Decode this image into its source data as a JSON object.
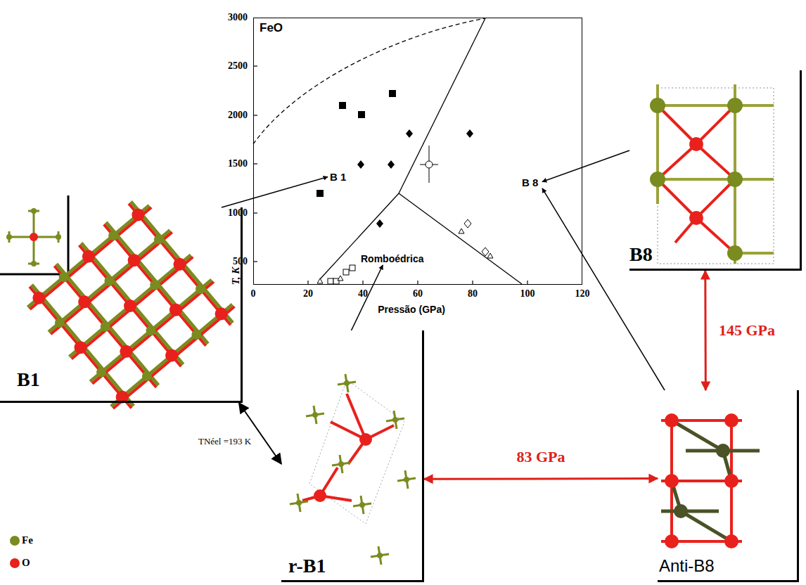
{
  "diagram": {
    "nodes": [
      {
        "text": [
          "FeO"
        ]
      },
      {
        "text": [
          "B 1"
        ],
        "in": 0
      },
      {
        "text": [
          "B 8"
        ],
        "in": 0
      },
      {
        "text": [
          "Romboédrica"
        ],
        "in": 0
      },
      {
        "text": [
          "B1"
        ]
      },
      {
        "text": [
          "B8"
        ]
      },
      {
        "text": [
          "r-B1"
        ]
      },
      {
        "text": [
          "Anti-B8"
        ]
      }
    ],
    "edges": [
      {
        "from": 4,
        "to": 1,
        "arrow": "to"
      },
      {
        "from": 6,
        "to": 3,
        "arrow": "to"
      },
      {
        "from": 5,
        "to": 2,
        "arrow": "to"
      },
      {
        "from": 7,
        "to": 2,
        "arrow": "to"
      },
      {
        "from": 4,
        "to": 6,
        "label": "TNéel =193 K",
        "arrow": "both"
      },
      {
        "from": 6,
        "to": 7,
        "label": "83 GPa",
        "arrow": "both"
      },
      {
        "from": 5,
        "to": 7,
        "label": "145 GPa",
        "arrow": "both"
      }
    ],
    "labels": [
      "3000",
      "2500",
      "2000",
      "1500",
      "1000",
      "500",
      "0",
      "20",
      "40",
      "60",
      "80",
      "100",
      "120",
      "T, K",
      "Pressão (GPa)"
    ],
    "legend": [
      {
        "text": "Fe",
        "color": "#7a8b1f"
      },
      {
        "text": "O",
        "color": "#e8211c"
      }
    ]
  }
}
